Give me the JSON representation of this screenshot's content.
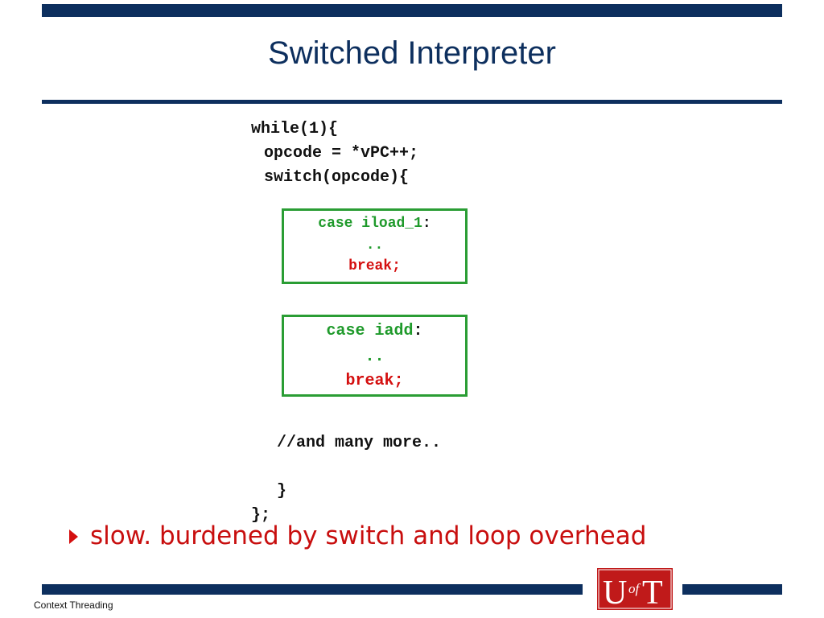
{
  "slide": {
    "title": "Switched Interpreter",
    "code_lines": [
      "while(1){",
      "opcode = *vPC++;",
      "switch(opcode){",
      "//and many more..",
      "}",
      "};"
    ],
    "cases": [
      {
        "case_text": "case iload_1",
        "colon": ":",
        "dots": "..",
        "break_text": "break;"
      },
      {
        "case_text": "case iadd",
        "colon": ":",
        "dots": "..",
        "break_text": "break;"
      }
    ],
    "bullet": "slow. burdened by switch and loop overhead",
    "footer": "Context Threading",
    "logo_text": "UofT"
  },
  "colors": {
    "navy": "#0d2f5e",
    "green": "#2a9d34",
    "red": "#d40f0f",
    "logo_red": "#c01a1a"
  }
}
